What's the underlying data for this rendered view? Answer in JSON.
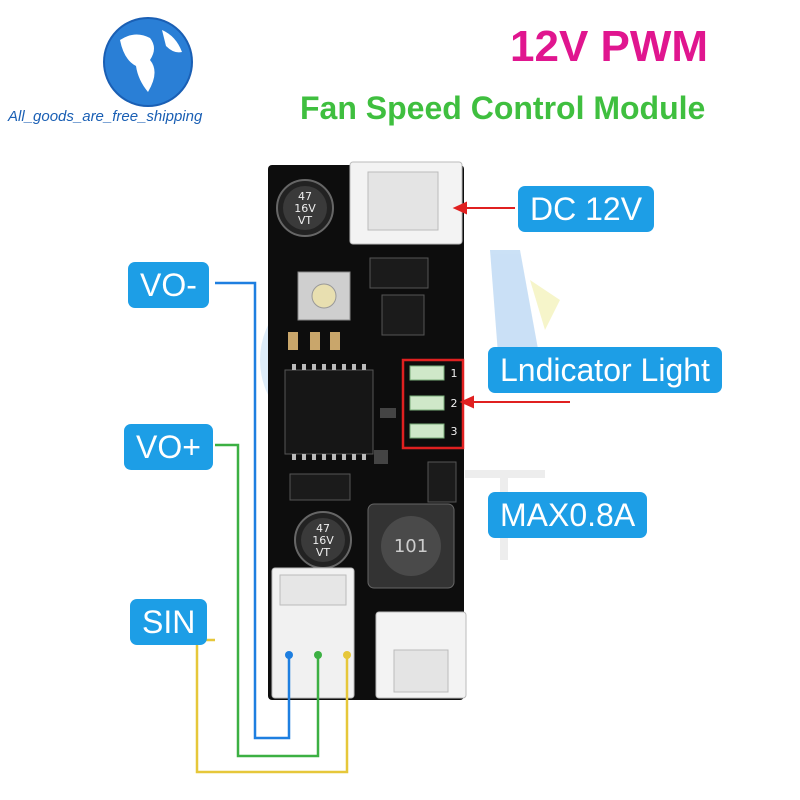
{
  "header": {
    "title": "12V PWM",
    "subtitle": "Fan Speed Control Module",
    "shop_name": "All_goods_are_free_shipping"
  },
  "callouts": {
    "dc": "DC 12V",
    "indicator": "Lndicator Light",
    "max": "MAX0.8A",
    "vo_minus": "VO-",
    "vo_plus": "VO+",
    "sin": "SIN"
  },
  "board": {
    "cap_top": [
      "47",
      "16V",
      "VT"
    ],
    "cap_bottom": [
      "47",
      "16V",
      "VT"
    ],
    "inductor": "101",
    "led_labels": [
      "1",
      "2",
      "3"
    ]
  },
  "colors": {
    "title": "#e0168f",
    "subtitle": "#3fbf3f",
    "callout": "#1d9ee6",
    "wire_blue": "#1e7fe0",
    "wire_green": "#3cb043",
    "wire_yellow": "#e6c73a",
    "pointer_red": "#e02020"
  }
}
